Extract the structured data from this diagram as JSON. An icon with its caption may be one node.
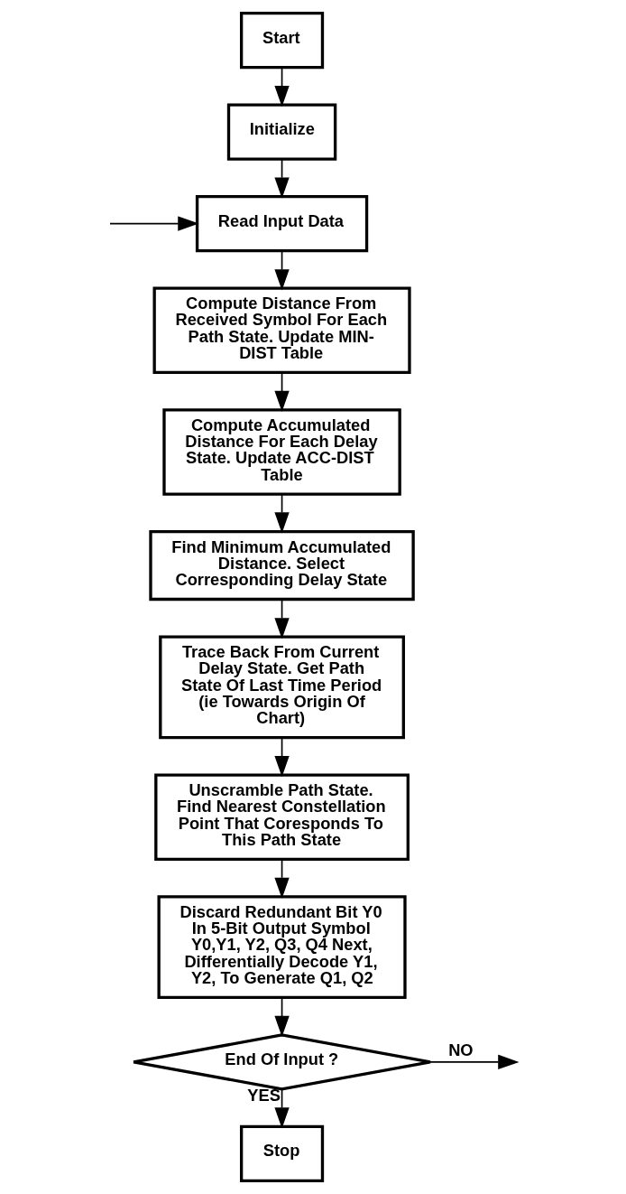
{
  "diagram": {
    "nodes": [
      {
        "text": [
          "Start"
        ]
      },
      {
        "text": [
          "Initialize"
        ]
      },
      {
        "text": [
          "Read Input Data"
        ]
      },
      {
        "text": [
          "Compute Distance From Received Symbol For Each Path State. Update MIN-DIST Table"
        ]
      },
      {
        "text": [
          "Compute Accumulated Distance For Each Delay State. Update ACC-DIST Table"
        ]
      },
      {
        "text": [
          "Find Minimum Accumulated Distance. Select Corresponding Delay State"
        ]
      },
      {
        "text": [
          "Trace Back From Current Delay State. Get Path State Of Last Time Period (ie Towards Origin Of Chart)"
        ]
      },
      {
        "text": [
          "Unscramble Path State. Find Nearest Constellation Point That Coresponds To This Path State"
        ]
      },
      {
        "text": [
          "Discard Redundant Bit Y0 In 5-Bit Output Symbol Y0,Y1, Y2, Q3, Q4 Next, Differentially Decode Y1, Y2, To Generate Q1, Q2"
        ]
      },
      {
        "text": [
          "End Of Input ?"
        ]
      },
      {
        "text": [
          "Stop"
        ]
      }
    ],
    "edges": [
      {
        "from": 0,
        "to": 1,
        "arrow": "to"
      },
      {
        "from": 1,
        "to": 2,
        "arrow": "to"
      },
      {
        "from": null,
        "to": 2,
        "arrow": "to"
      },
      {
        "from": 2,
        "to": 3,
        "arrow": "to"
      },
      {
        "from": 3,
        "to": 4,
        "arrow": "to"
      },
      {
        "from": 4,
        "to": 5,
        "arrow": "to"
      },
      {
        "from": 5,
        "to": 6,
        "arrow": "to"
      },
      {
        "from": 6,
        "to": 7,
        "arrow": "to"
      },
      {
        "from": 7,
        "to": 8,
        "arrow": "to"
      },
      {
        "from": 8,
        "to": 9,
        "arrow": "to"
      },
      {
        "from": 9,
        "to": null,
        "label": "NO",
        "arrow": "to"
      },
      {
        "from": 9,
        "to": 10,
        "label": "YES",
        "arrow": "to"
      }
    ]
  }
}
